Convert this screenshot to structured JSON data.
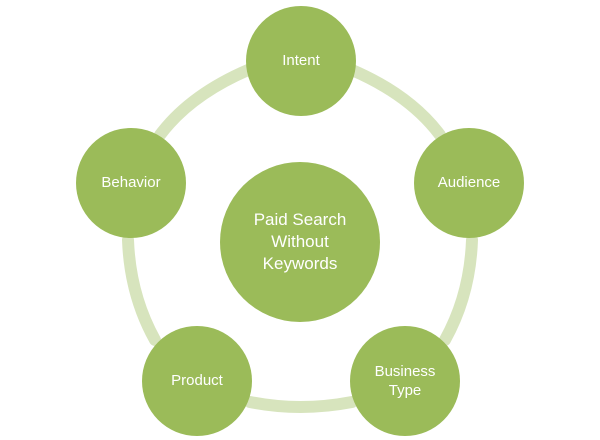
{
  "diagram": {
    "center_label": "Paid Search\nWithout\nKeywords",
    "nodes": [
      {
        "label": "Intent"
      },
      {
        "label": "Audience"
      },
      {
        "label": "Business\nType"
      },
      {
        "label": "Product"
      },
      {
        "label": "Behavior"
      }
    ]
  },
  "colors": {
    "node_fill": "#9bbb59",
    "ring_stroke": "#d7e4bd",
    "text": "#ffffff"
  }
}
